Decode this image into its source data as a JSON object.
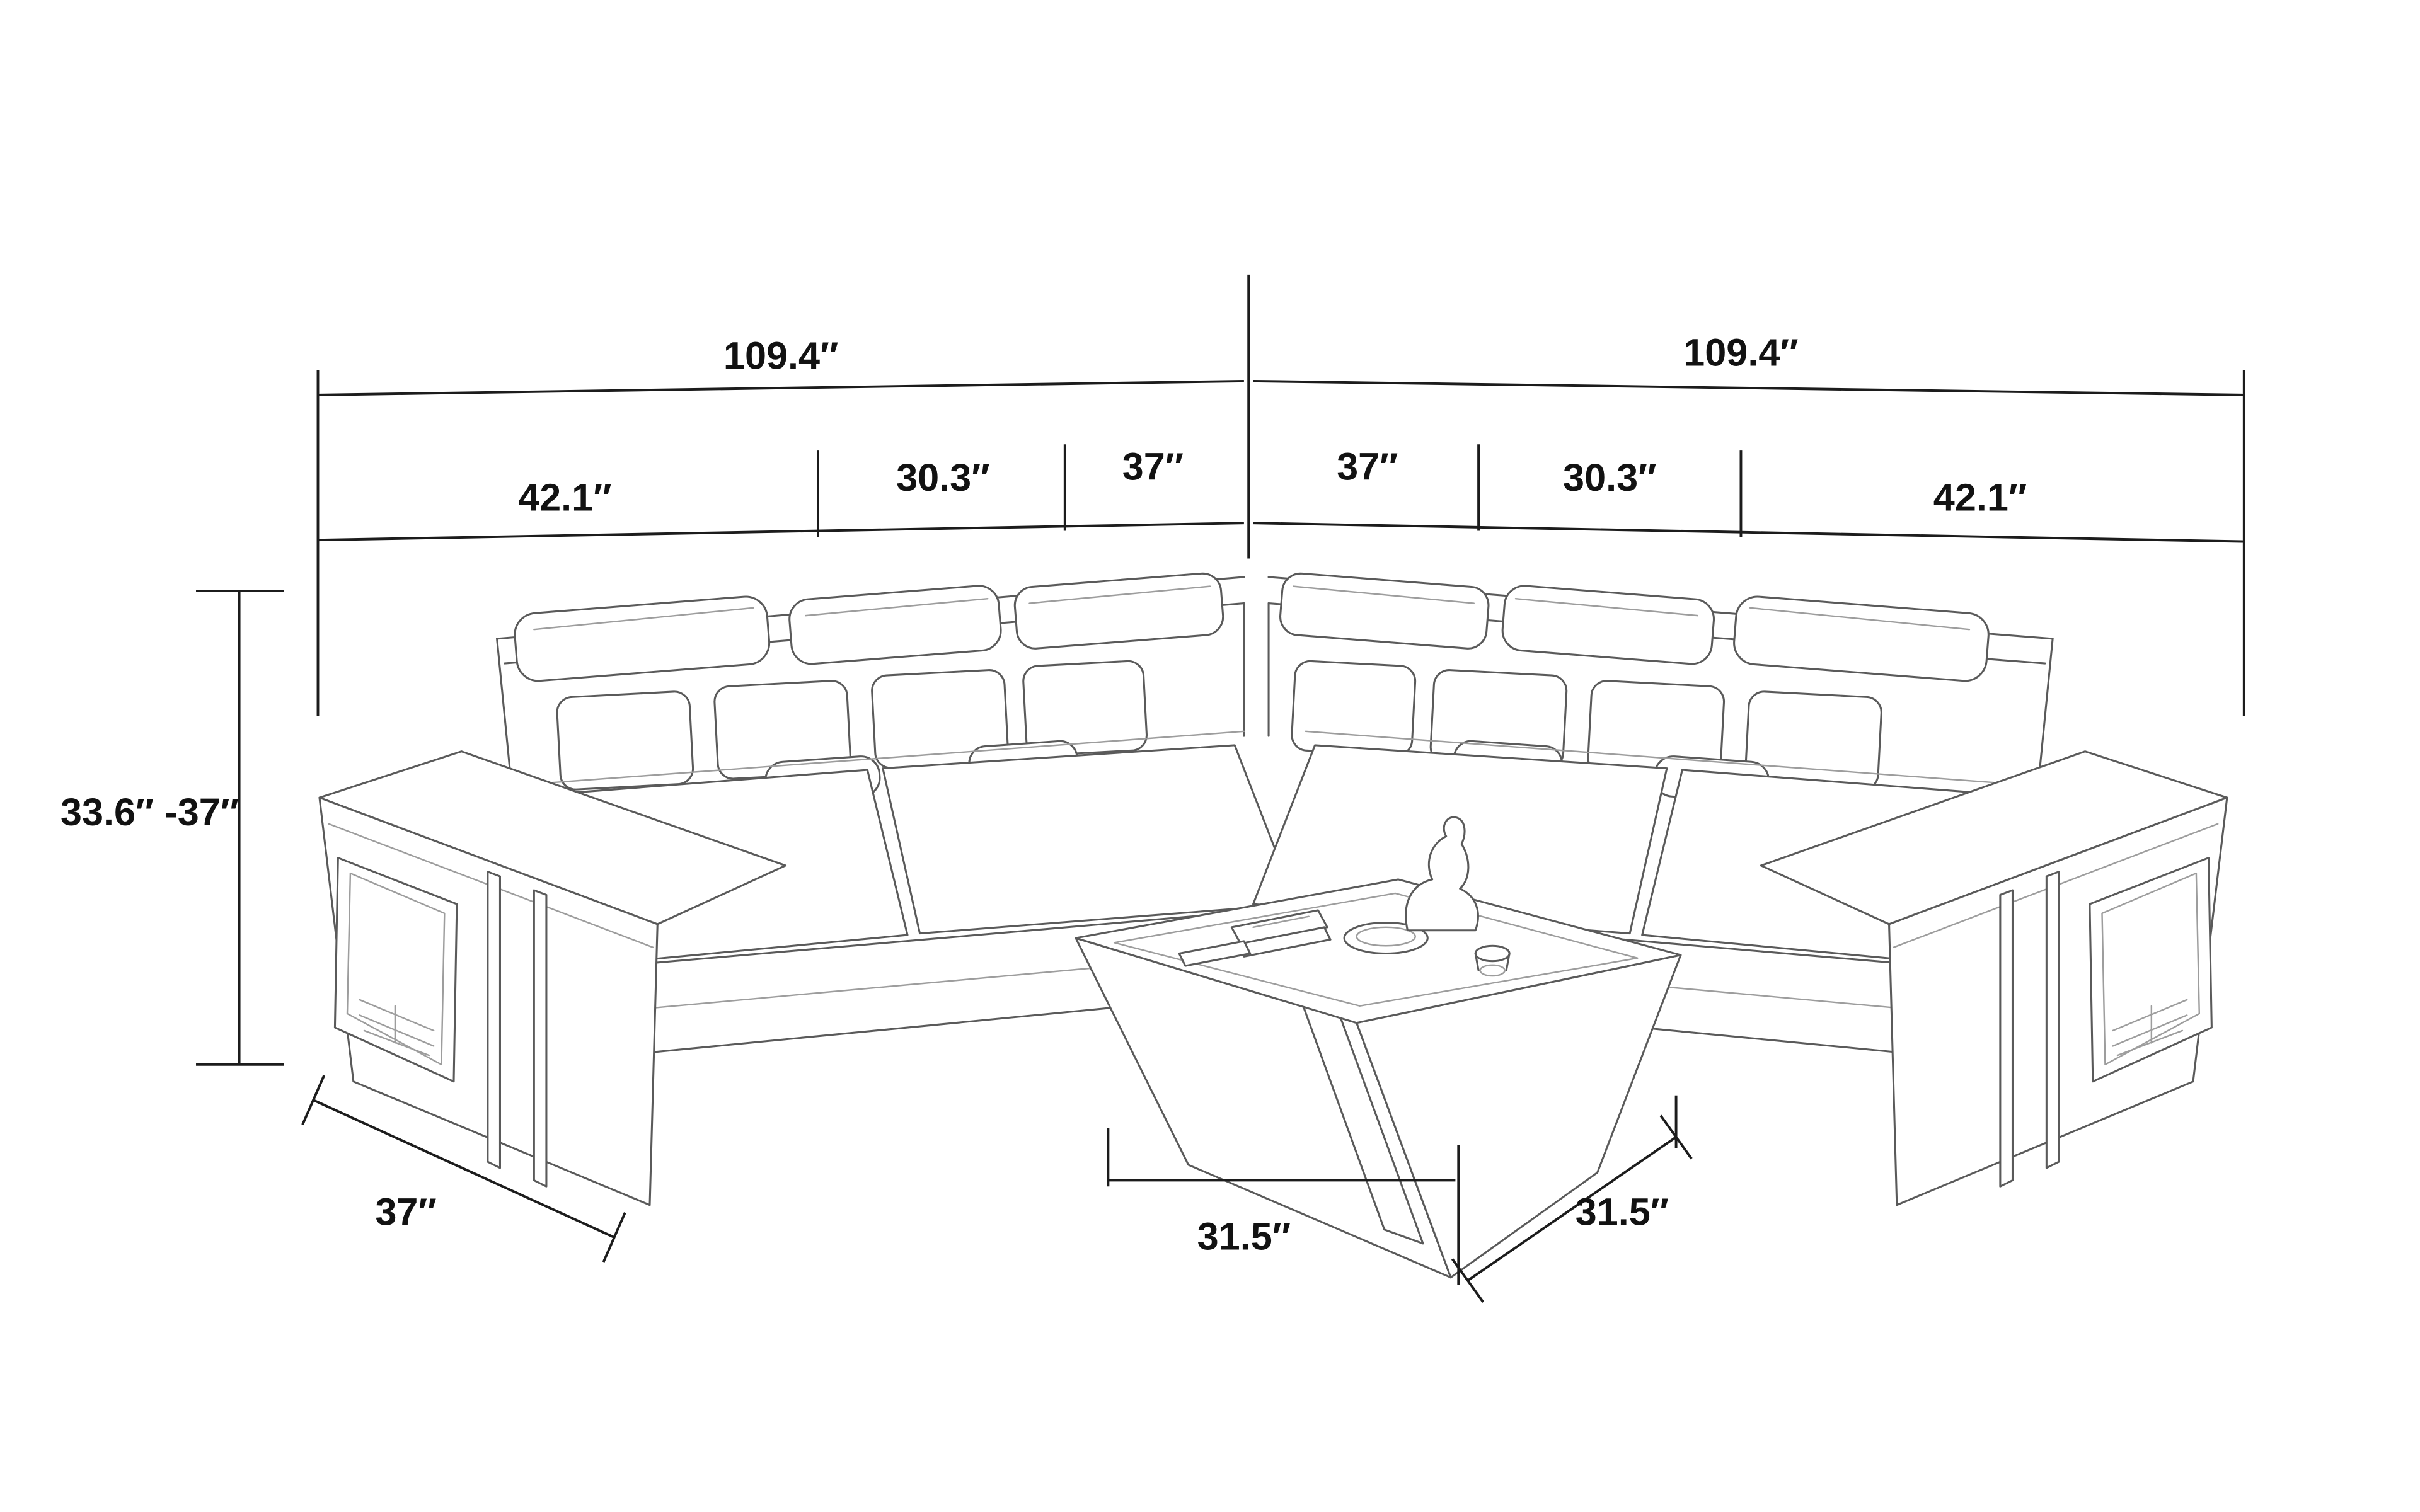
{
  "colors": {
    "background": "#ffffff",
    "dimension_ink": "#1c1c1c",
    "sketch_ink": "#5a5a5a"
  },
  "diagram": {
    "subject": "sectional-sofa-with-coffee-table-dimension-sketch",
    "labels": {
      "left_total": "109.4″",
      "right_total": "109.4″",
      "left_segments": [
        "42.1″",
        "30.3″",
        "37″"
      ],
      "right_segments": [
        "37″",
        "30.3″",
        "42.1″"
      ],
      "height_range": "33.6″ -37″",
      "left_arm_depth": "37″",
      "coffee_table_width": "31.5″",
      "coffee_table_depth": "31.5″"
    }
  }
}
